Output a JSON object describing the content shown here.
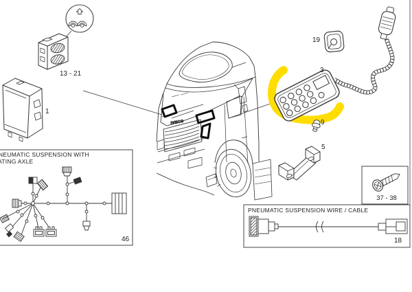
{
  "colors": {
    "background": "#ffffff",
    "line": "#333333",
    "highlight": "#ffdd00",
    "location_mark": "#0d0d0d"
  },
  "icons": {
    "switch_symbol": "suspension-axles-icon"
  },
  "truck": {
    "brand": "IVECO"
  },
  "parts": {
    "rocker_switch": {
      "ref": "13 - 21"
    },
    "ecu": {
      "ref": "1"
    },
    "harness": {
      "title_line1": "NEUMATIC SUSPENSION WITH",
      "title_line2": "ATING AXLE",
      "ref": "46"
    },
    "remote": {
      "ref": "3"
    },
    "grommet": {
      "ref": "19"
    },
    "fastener": {
      "ref": "9"
    },
    "bracket": {
      "ref": "5"
    },
    "screws": {
      "ref": "37 - 38"
    },
    "wire": {
      "title": "PNEUMATIC SUSPENSION WIRE / CABLE",
      "ref": "18"
    }
  }
}
